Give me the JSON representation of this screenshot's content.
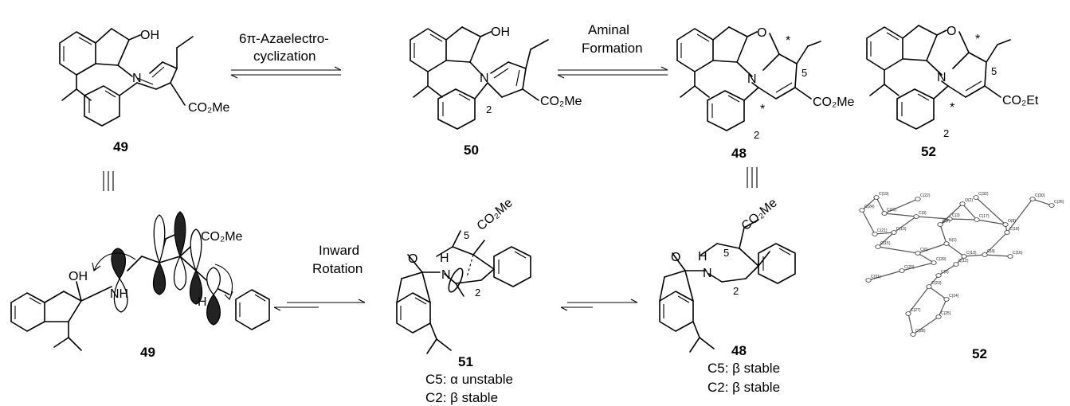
{
  "compounds": {
    "c49_top": "49",
    "c50": "50",
    "c48_top": "48",
    "c52_top": "52",
    "c49_bottom": "49",
    "c51": "51",
    "c48_bottom": "48",
    "c52_crystal": "52"
  },
  "arrows": {
    "step1_line1": "6π-Azaelectro-",
    "step1_line2": "cyclization",
    "step2_line1": "Aminal",
    "step2_line2": "Formation",
    "step3_line1": "Inward",
    "step3_line2": "Rotation"
  },
  "atoms": {
    "oh": "OH",
    "n": "N",
    "o": "O",
    "h": "H",
    "nh": "NH",
    "co2me": "CO₂Me",
    "co2et": "CO₂Et",
    "co2me_label_tilted": "CO₂Me",
    "loc2": "2",
    "loc5": "5",
    "star": "*"
  },
  "notes": {
    "c51_c5": "C5: α unstable",
    "c51_c2": "C2: β  stable",
    "c48_c5": "C5: β  stable",
    "c48_c2": "C2: β  stable"
  },
  "crystal_labels": [
    "C(19)",
    "C(22)",
    "C(24)",
    "C(11)",
    "O(2)",
    "C(32)",
    "C(30)",
    "C(9)",
    "C(3)",
    "C(7)",
    "C(17)",
    "O(8)",
    "C(26)",
    "C(21)",
    "C(10)",
    "N(1)",
    "C(18)",
    "C(15)",
    "C(6)",
    "C(13)",
    "C(4)",
    "C(29)",
    "C(12)",
    "C(16)",
    "C(20)",
    "C(31)",
    "C(5)",
    "C(23)",
    "C(14)",
    "C(27)",
    "C(25)",
    "C(28)"
  ]
}
